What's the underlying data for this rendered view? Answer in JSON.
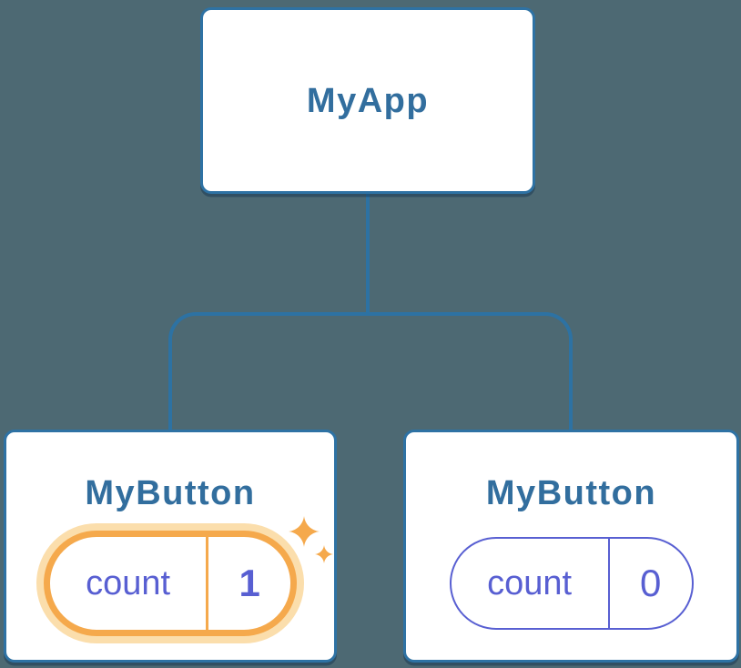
{
  "diagram": {
    "root": {
      "label": "MyApp"
    },
    "children": [
      {
        "label": "MyButton",
        "badge": {
          "key": "count",
          "value": "1"
        },
        "highlighted": true,
        "icon": "sparkles-icon"
      },
      {
        "label": "MyButton",
        "badge": {
          "key": "count",
          "value": "0"
        },
        "highlighted": false
      }
    ]
  },
  "colors": {
    "background": "#4D6973",
    "node_border": "#2E72A4",
    "connector": "#2D72A3",
    "title_text": "#326E9E",
    "state_text": "#585FD2",
    "highlight_orange": "#F5A94C",
    "highlight_halo": "#FBDEAC",
    "card_fill": "#FFFFFF"
  }
}
